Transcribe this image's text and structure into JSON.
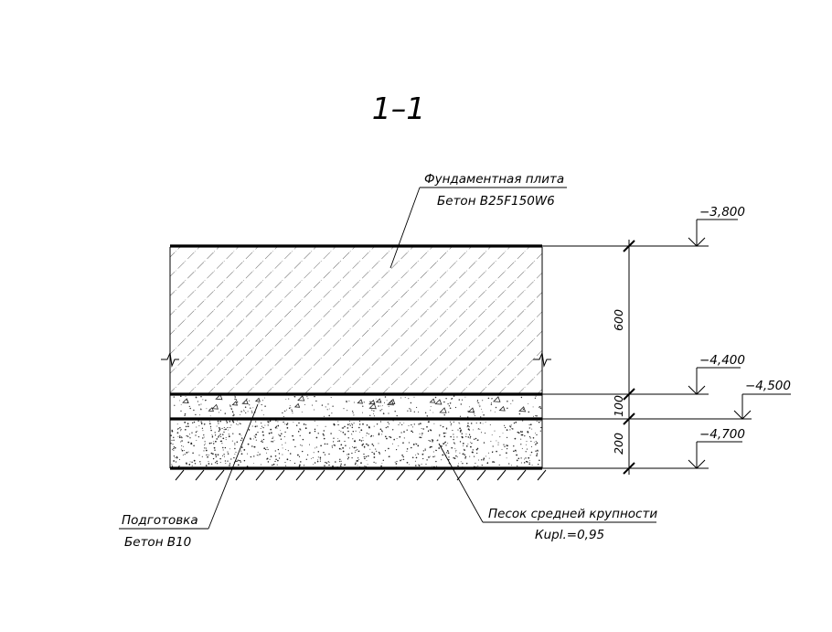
{
  "section_title": "1–1",
  "layers": {
    "slab": {
      "name": "Фундаментная плита",
      "material": "Бетон B25F150W6"
    },
    "prep": {
      "name": "Подготовка",
      "material": "Бетон B10"
    },
    "sand": {
      "name": "Песок средней крупности",
      "note": "Кupl.=0,95"
    }
  },
  "levels": {
    "slab_top": "−3,800",
    "slab_bottom": "−4,400",
    "prep_bottom": "−4,500",
    "sand_bottom": "−4,700"
  },
  "dimensions": {
    "slab": "600",
    "prep": "100",
    "sand": "200"
  }
}
